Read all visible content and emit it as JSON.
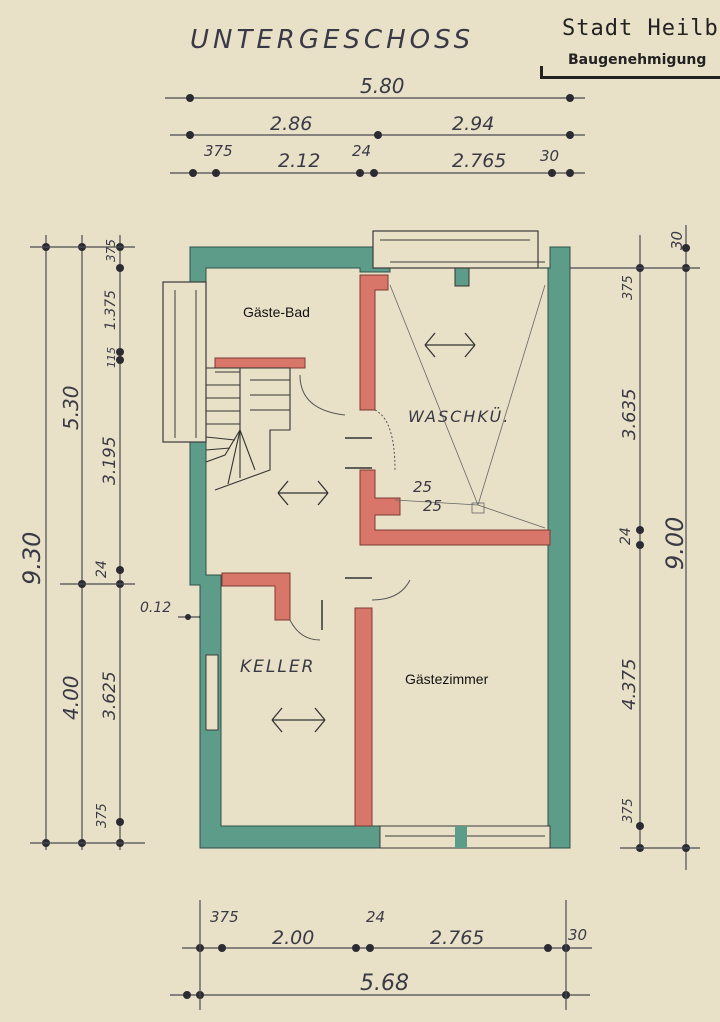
{
  "plan_title": "UNTERGESCHOSS",
  "stamp": {
    "line1": "Stadt Heilb",
    "line2": "Baugenehmigung"
  },
  "rooms": {
    "guest_bath": "Gäste-Bad",
    "laundry": "WASCHKÜ.",
    "cellar": "KELLER",
    "guest_room": "Gästezimmer"
  },
  "dimensions": {
    "top_total": "5.80",
    "top_split_left": "2.86",
    "top_split_right": "2.94",
    "top_d1": "375",
    "top_d2": "2.12",
    "top_d3": "24",
    "top_d4": "2.765",
    "top_d5": "30",
    "left_total": "9.30",
    "left_upper": "5.30",
    "left_upper_a": "1.375",
    "left_upper_b": "375",
    "left_upper_c": "115",
    "left_upper_d": "3.195",
    "left_mid": "24",
    "left_lower": "4.00",
    "left_lower_a": "3.625",
    "left_lower_b": "375",
    "left_wall": "0.12",
    "right_total": "9.00",
    "right_a": "30",
    "right_b": "375",
    "right_c": "3.635",
    "right_d": "24",
    "right_e": "4.375",
    "right_f": "375",
    "bottom_total": "5.68",
    "bottom_a": "375",
    "bottom_b": "2.00",
    "bottom_c": "24",
    "bottom_d": "2.765",
    "bottom_e": "30",
    "inner_25a": "25",
    "inner_25b": "25"
  },
  "colors": {
    "paper": "#e9e0c8",
    "outer_wall": "#5e9c8a",
    "inner_wall": "#d9766a",
    "ink": "#3a3a46"
  }
}
